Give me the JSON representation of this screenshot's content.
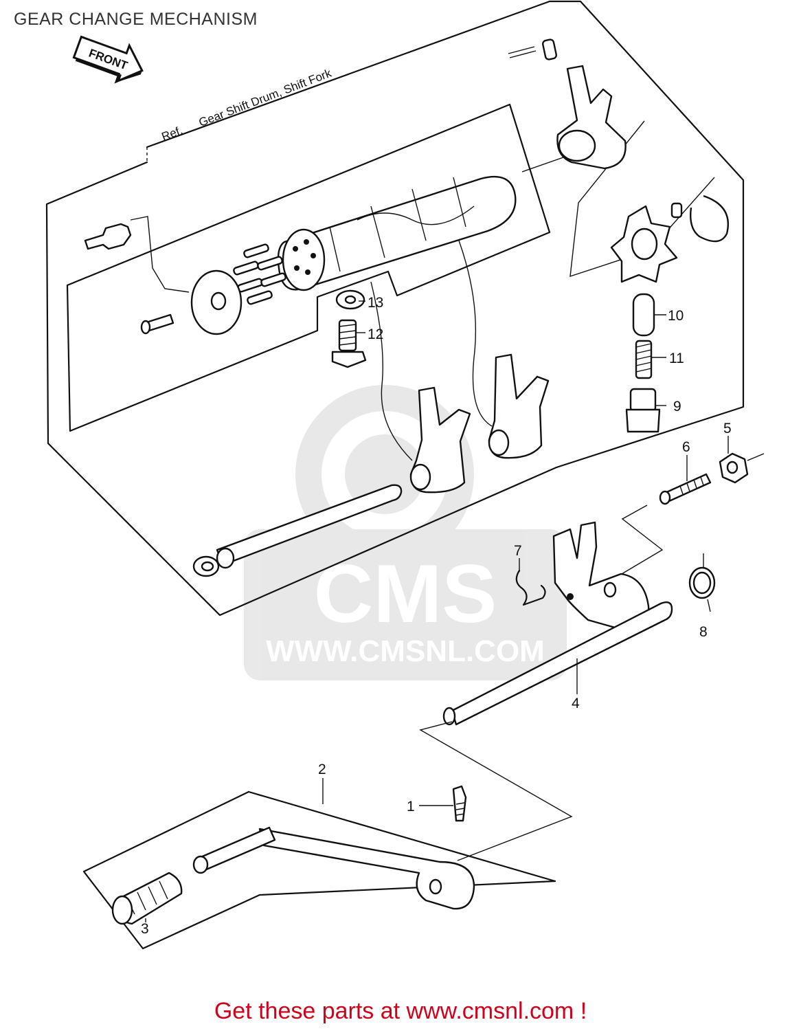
{
  "page": {
    "title": "GEAR CHANGE MECHANISM",
    "cta": "Get these parts at www.cmsnl.com !"
  },
  "diagram": {
    "front_arrow": "FRONT",
    "reference": {
      "prefix": "Ref.",
      "text": "Gear Shift Drum, Shift Fork"
    },
    "watermark": {
      "brand": "CMS",
      "url": "WWW.CMSNL.COM"
    },
    "callouts": [
      "1",
      "2",
      "3",
      "4",
      "5",
      "6",
      "7",
      "8",
      "9",
      "10",
      "11",
      "12",
      "13"
    ]
  }
}
